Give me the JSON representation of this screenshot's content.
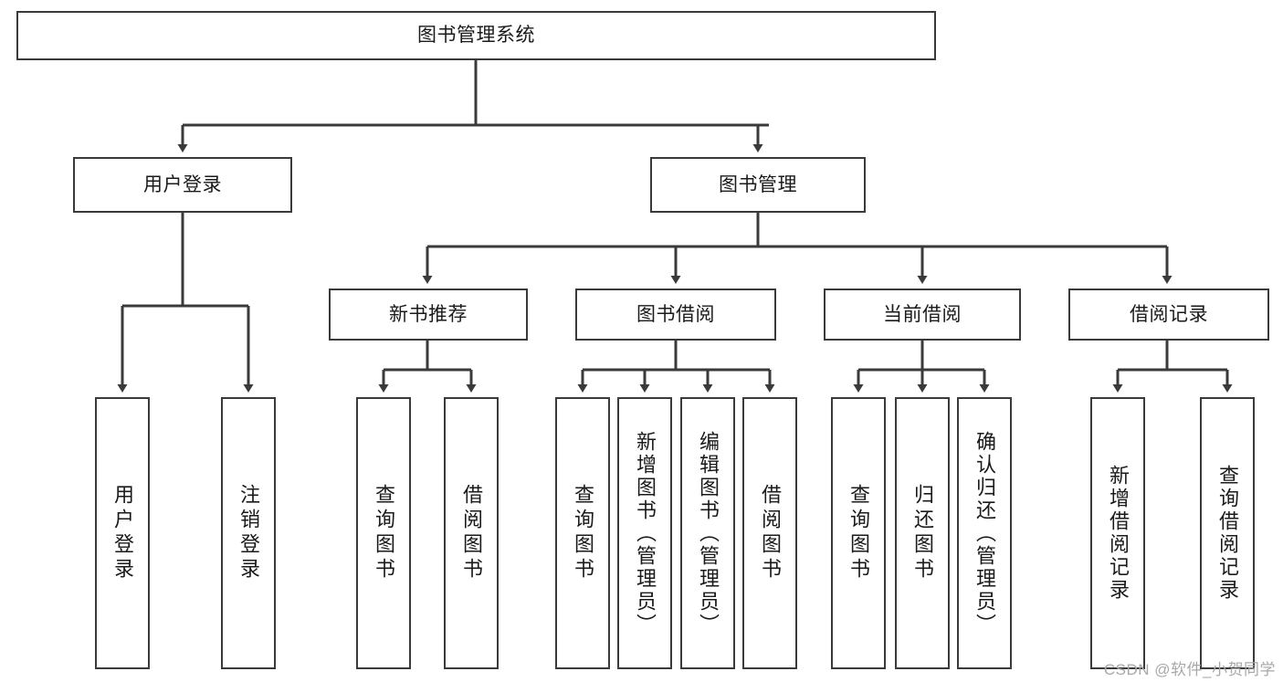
{
  "diagram": {
    "type": "tree-hierarchy-chart",
    "title": "图书管理系统",
    "stroke_color": "#3a3a3a",
    "fill_color": "#ffffff",
    "text_color": "#1a1a1a",
    "root": {
      "id": "root",
      "label": "图书管理系统"
    },
    "level1": [
      {
        "id": "user-login",
        "label": "用户登录"
      },
      {
        "id": "book-management",
        "label": "图书管理"
      }
    ],
    "level2": [
      {
        "id": "new-book-recommend",
        "label": "新书推荐",
        "parent": "book-management"
      },
      {
        "id": "book-borrow",
        "label": "图书借阅",
        "parent": "book-management"
      },
      {
        "id": "current-borrow",
        "label": "当前借阅",
        "parent": "book-management"
      },
      {
        "id": "borrow-record",
        "label": "借阅记录",
        "parent": "book-management"
      }
    ],
    "leaves": [
      {
        "id": "leaf-user-login",
        "label": "用户登录",
        "parent": "user-login"
      },
      {
        "id": "leaf-logout",
        "label": "注销登录",
        "parent": "user-login"
      },
      {
        "id": "leaf-query-book-1",
        "label": "查询图书",
        "parent": "new-book-recommend"
      },
      {
        "id": "leaf-borrow-book-1",
        "label": "借阅图书",
        "parent": "new-book-recommend"
      },
      {
        "id": "leaf-query-book-2",
        "label": "查询图书",
        "parent": "book-borrow"
      },
      {
        "id": "leaf-add-book",
        "label": "新增图书（管理员）",
        "parent": "book-borrow"
      },
      {
        "id": "leaf-edit-book",
        "label": "编辑图书（管理员）",
        "parent": "book-borrow"
      },
      {
        "id": "leaf-borrow-book-2",
        "label": "借阅图书",
        "parent": "book-borrow"
      },
      {
        "id": "leaf-query-book-3",
        "label": "查询图书",
        "parent": "current-borrow"
      },
      {
        "id": "leaf-return-book",
        "label": "归还图书",
        "parent": "current-borrow"
      },
      {
        "id": "leaf-confirm-return",
        "label": "确认归还（管理员）",
        "parent": "current-borrow"
      },
      {
        "id": "leaf-add-record",
        "label": "新增借阅记录",
        "parent": "borrow-record"
      },
      {
        "id": "leaf-query-record",
        "label": "查询借阅记录",
        "parent": "borrow-record"
      }
    ]
  },
  "watermark": {
    "text": "CSDN @软件_小贺同学"
  }
}
